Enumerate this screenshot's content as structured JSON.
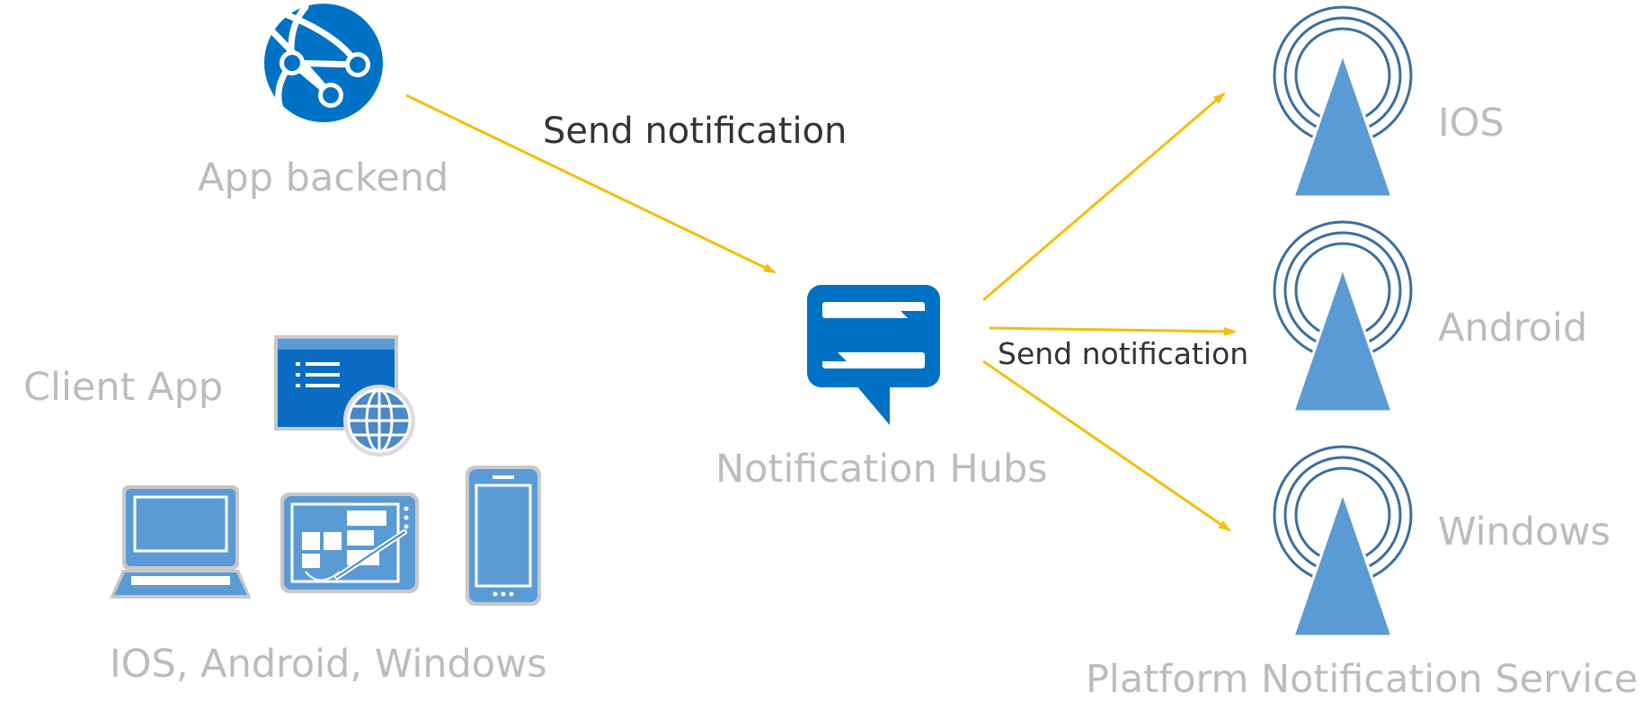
{
  "colors": {
    "azure_blue": "#0072c6",
    "light_blue": "#5b9bd5",
    "arrow_yellow": "#f5be0b",
    "label_gray": "#bcbcbc",
    "label_dark": "#333333",
    "ring_blue": "#3b6e9e"
  },
  "nodes": {
    "app_backend": {
      "label": "App backend",
      "icon": "globe-network-icon"
    },
    "client_app": {
      "label": "Client App",
      "icon": "web-app-window-icon"
    },
    "devices": {
      "label": "IOS, Android, Windows",
      "icons": [
        "laptop-icon",
        "tablet-icon",
        "phone-icon"
      ]
    },
    "notification_hubs": {
      "label": "Notification Hubs",
      "icon": "notification-hubs-icon"
    },
    "platform_service": {
      "label": "Platform Notification Service",
      "targets": [
        {
          "label": "IOS",
          "icon": "broadcast-tower-icon"
        },
        {
          "label": "Android",
          "icon": "broadcast-tower-icon"
        },
        {
          "label": "Windows",
          "icon": "broadcast-tower-icon"
        }
      ]
    }
  },
  "edges": [
    {
      "from": "App backend",
      "to": "Notification Hubs",
      "label": "Send notification"
    },
    {
      "from": "Notification Hubs",
      "to": "IOS",
      "label": ""
    },
    {
      "from": "Notification Hubs",
      "to": "Android",
      "label": "Send notification"
    },
    {
      "from": "Notification Hubs",
      "to": "Windows",
      "label": ""
    }
  ]
}
